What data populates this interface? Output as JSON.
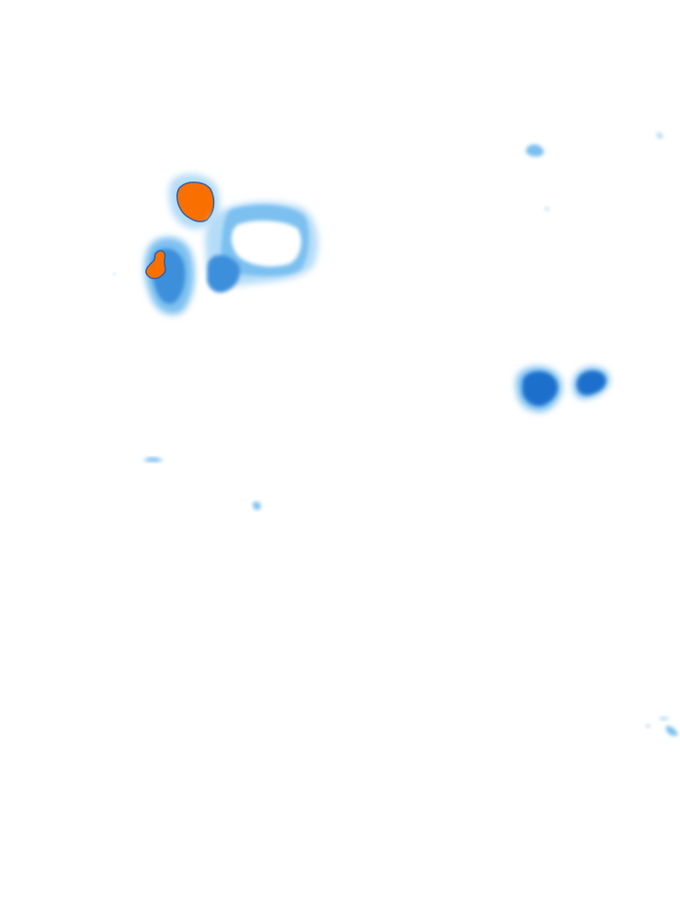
{
  "layer": {
    "colors": {
      "background": "#ffffff",
      "light": "#b4dcf8",
      "mid": "#7cc0f0",
      "strong": "#3d8fdb",
      "deep": "#1f6fcc",
      "intense": "#fa7000",
      "intense_edge": "#ff8a1e"
    },
    "blobs": [
      {
        "id": "cluster-west-core",
        "intensity": "intense"
      },
      {
        "id": "cluster-west-lower",
        "intensity": "intense"
      },
      {
        "id": "cluster-central",
        "intensity": "strong"
      },
      {
        "id": "cluster-east-twin",
        "intensity": "deep"
      },
      {
        "id": "scattered-echoes",
        "intensity": "light"
      }
    ]
  }
}
